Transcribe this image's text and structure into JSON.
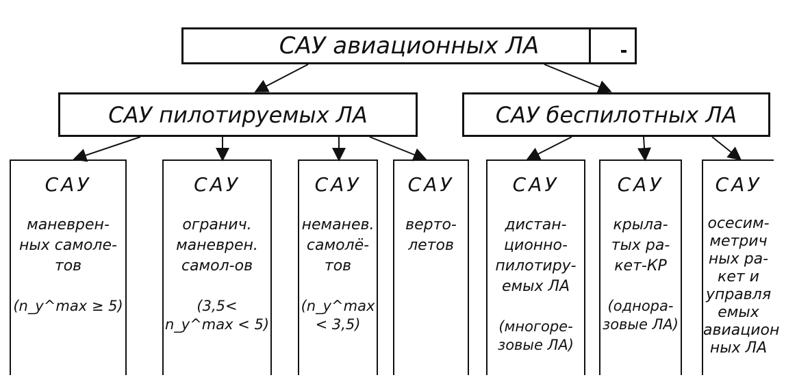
{
  "root": {
    "label": "САУ авиационных ЛА"
  },
  "groups": [
    {
      "label": "САУ пилотируемых ЛА"
    },
    {
      "label": "САУ беспилотных ЛА"
    }
  ],
  "leaves": [
    {
      "heading": "САУ",
      "body": "маневрен-\nных самоле-\nтов",
      "note": "(n_y^max ≥ 5)"
    },
    {
      "heading": "САУ",
      "body": "огранич.\nманеврен.\nсамол-ов",
      "note": "(3,5< n_y^max < 5)"
    },
    {
      "heading": "САУ",
      "body": "неманев.\nсамолё-\nтов",
      "note": "(n_y^max < 3,5)"
    },
    {
      "heading": "САУ",
      "body": "верто-\nлетов",
      "note": ""
    },
    {
      "heading": "САУ",
      "body": "дистан-\nционно-\nпилотиру-\nемых ЛА",
      "note": "(многоре-\nзовые ЛА)"
    },
    {
      "heading": "САУ",
      "body": "крыла-\nтых ра-\nкет-КР",
      "note": "(однора-\nзовые ЛА)"
    },
    {
      "heading": "САУ",
      "body": "осесим-\nметрич\nных ра-\nкет и\nуправля\nемых\nавиацион\nных ЛА",
      "note": ""
    }
  ]
}
